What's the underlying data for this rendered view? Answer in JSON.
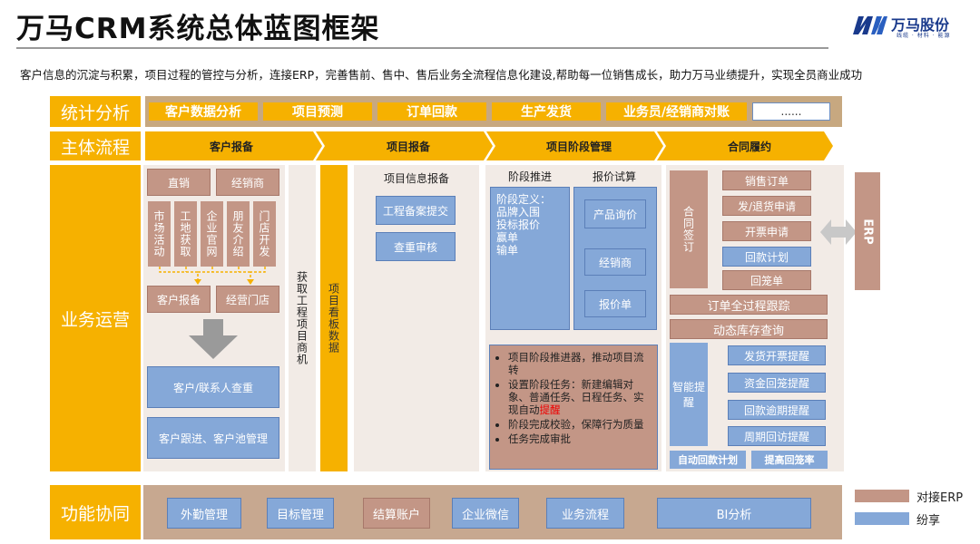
{
  "header": {
    "title": "万马CRM系统总体蓝图框架",
    "logo_text": "万马股份",
    "logo_sub": "线缆 · 材料 · 能源"
  },
  "subtitle": "客户信息的沉淀与积累，项目过程的管控与分析，连接ERP，完善售前、售中、售后业务全流程信息化建设,帮助每一位销售成长，助力万马业绩提升，实现全员商业成功",
  "rows": {
    "stats": "统计分析",
    "flow": "主体流程",
    "ops": "业务运营",
    "func": "功能协同"
  },
  "stats_items": [
    "客户数据分析",
    "项目预测",
    "订单回款",
    "生产发货",
    "业务员/经销商对账"
  ],
  "stats_more": "......",
  "flow_steps": [
    "客户报备",
    "项目报备",
    "项目阶段管理",
    "合同履约"
  ],
  "customer": {
    "direct": "直销",
    "dealer": "经销商",
    "channels": [
      "市场活动",
      "工地获取",
      "企业官网",
      "朋友介绍",
      "门店开发"
    ],
    "report": "客户报备",
    "store": "经营门店",
    "check": "客户/联系人查重",
    "follow": "客户跟进、客户池管理"
  },
  "mid_cols": {
    "acquire": "获取工程项目商机",
    "board": "项目看板数据"
  },
  "project_report": {
    "header": "项目信息报备",
    "filing": "工程备案提交",
    "dup": "查重审核"
  },
  "stage": {
    "advance": "阶段推进",
    "quote": "报价试算",
    "def_lines": [
      "阶段定义：",
      "品牌入围",
      "投标报价",
      "赢单",
      "输单"
    ],
    "inquiry": "产品询价",
    "dealer": "经销商",
    "quote_sheet": "报价单",
    "bullets": [
      "项目阶段推进器，推动项目流转",
      "设置阶段任务：新建编辑对象、普通任务、日程任务、实现自动",
      "阶段完成校验，保障行为质量",
      "任务完成审批"
    ],
    "bullet2_red": "提醒"
  },
  "contract": {
    "sign": "合同签订",
    "items": [
      "销售订单",
      "发/退货申请",
      "开票申请",
      "回款计划",
      "回笼单"
    ],
    "track": "订单全过程跟踪",
    "inventory": "动态库存查询",
    "smart": "智能提醒",
    "reminders": [
      "发货开票提醒",
      "资金回笼提醒",
      "回款逾期提醒",
      "周期回访提醒"
    ],
    "auto_plan": "自动回款计划",
    "improve": "提高回笼率",
    "erp": "ERP"
  },
  "functions": [
    "外勤管理",
    "目标管理",
    "结算账户",
    "企业微信",
    "业务流程",
    "BI分析"
  ],
  "legend": {
    "erp": "对接ERP",
    "share": "纷享"
  },
  "colors": {
    "orange": "#f6b100",
    "tan": "#c39686",
    "blue": "#85a8d8",
    "band": "#c7a880"
  }
}
